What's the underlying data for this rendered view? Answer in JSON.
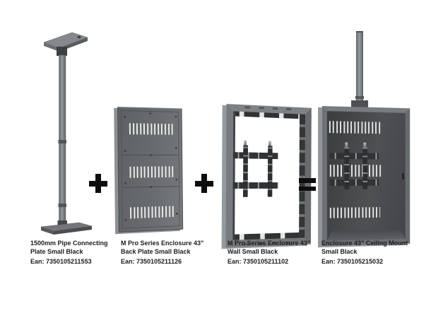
{
  "image": {
    "description": "Product combination diagram: pipe + back plate + wall enclosure = ceiling mount enclosure",
    "background": "#ffffff"
  },
  "colors": {
    "text": "#1d1d1b",
    "operator_black": "#0d0d0d",
    "metal_mid_gray": "#74777a",
    "metal_light_gray": "#94979a",
    "metal_dark_gray": "#3e4043",
    "bracket_dark": "#2c2e30",
    "vent_slot_light": "#eceded"
  },
  "operators": [
    {
      "name": "plus",
      "symbol": "+"
    },
    {
      "name": "plus",
      "symbol": "+"
    },
    {
      "name": "equals",
      "symbol": "="
    }
  ],
  "products": [
    {
      "illustration": "pipe-with-ceiling-plate-and-connecting-plate",
      "label_line1": "1500mm Pipe Connecting",
      "label_line2": "Plate Small Black",
      "ean": "Ean: 7350105211553"
    },
    {
      "illustration": "perforated-back-plate",
      "label_line1": "M Pro Series Enclosure 43\"",
      "label_line2": "Back Plate Small Black",
      "ean": "Ean: 7350105211126"
    },
    {
      "illustration": "wall-enclosure-frame-with-vesa-bracket",
      "label_line1": "M Pro Series Enclosure 43\"",
      "label_line2": "Wall Small Black",
      "ean": "Ean: 7350105211102"
    },
    {
      "illustration": "assembled-ceiling-mount-enclosure-with-pipe",
      "label_line1": "Enclosure 43\" Ceiling Mount",
      "label_line2": "Small Black",
      "ean": "Ean: 7350105215032"
    }
  ]
}
